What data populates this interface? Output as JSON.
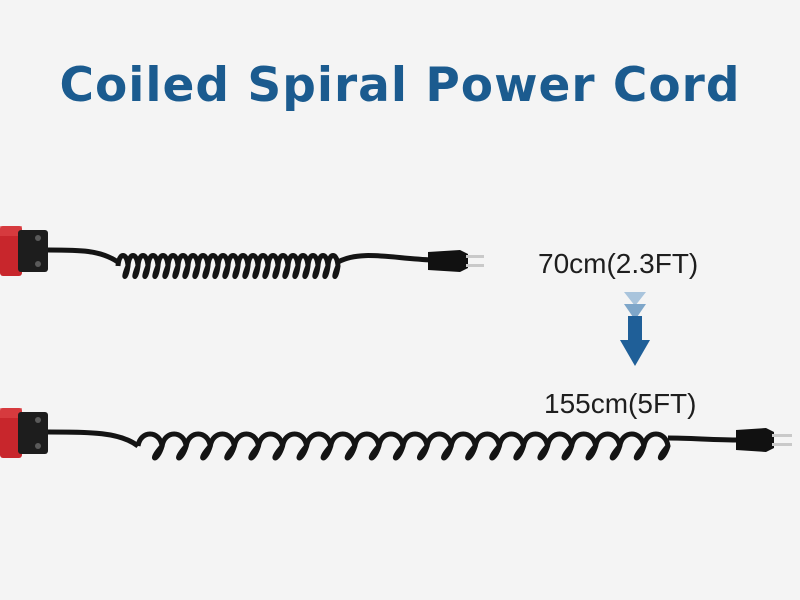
{
  "title": "Coiled Spiral Power Cord",
  "lengths": {
    "retracted": "70cm(2.3FT)",
    "extended": "155cm(5FT)"
  },
  "colors": {
    "title": "#1b5b8f",
    "arrow_dark": "#1f5f98",
    "arrow_light": "#8fb4d4",
    "cord": "#141414",
    "connector_red": "#c8262c",
    "prong": "#c9c9c9"
  },
  "icons": [
    "arrow-down-icon"
  ]
}
